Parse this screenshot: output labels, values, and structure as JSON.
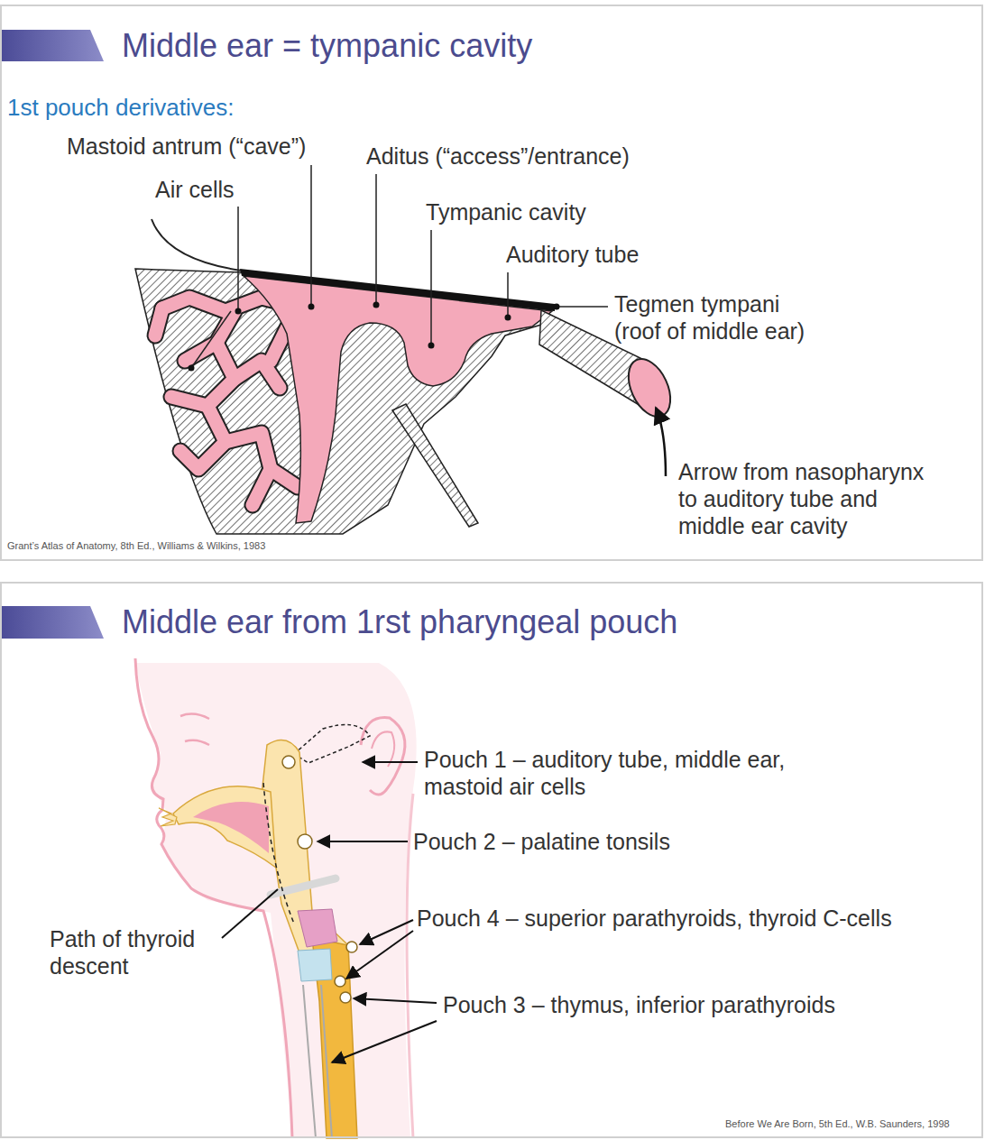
{
  "diagram": {
    "nodes": [
      {
        "text": [
          "Middle ear = tympanic cavity"
        ]
      },
      {
        "text": [
          "Middle ear from 1rst pharyngeal pouch"
        ]
      }
    ],
    "labels": [
      "1st pouch derivatives:",
      "Mastoid antrum (“cave”)",
      "Aditus (“access”/entrance)",
      "Air cells",
      "Tympanic cavity",
      "Auditory tube",
      "Tegmen tympani (roof of middle ear)",
      "Arrow from nasopharynx to auditory tube and middle ear cavity",
      "Grant’s Atlas of Anatomy, 8th Ed., Williams & Wilkins, 1983",
      "Pouch 1 – auditory tube, middle ear, mastoid air cells",
      "Pouch 2 – palatine tonsils",
      "Pouch 4 – superior parathyroids, thyroid C-cells",
      "Path of thyroid descent",
      "Pouch 3 – thymus, inferior parathyroids",
      "Before We Are Born, 5th Ed., W.B. Saunders, 1998"
    ]
  }
}
